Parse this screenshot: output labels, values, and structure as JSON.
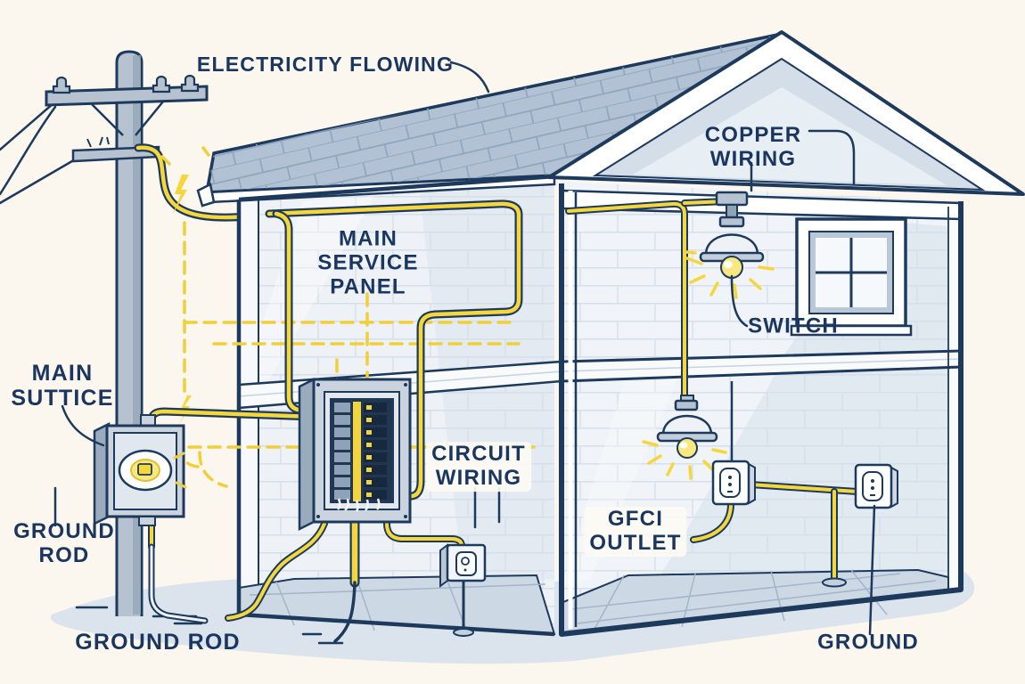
{
  "diagram_type": "residential-electrical-system-cutaway",
  "labels": {
    "electricity_flowing": [
      "ELECTRICITY FLOWING"
    ],
    "copper_wiring": [
      "COPPER",
      "WIRING"
    ],
    "main_service_panel": [
      "MAIN",
      "SERVICE",
      "PANEL"
    ],
    "main_suttice": [
      "MAIN",
      "SUTTICE"
    ],
    "ground_rod_upper": [
      "GROUND",
      "ROD"
    ],
    "circuit_wiring": [
      "CIRCUIT",
      "WIRING"
    ],
    "gfci_outlet": [
      "GFCI",
      "OUTLET"
    ],
    "switch": [
      "SWITCH"
    ],
    "ground_rod_lower": [
      "GROUND ROD"
    ],
    "ground": [
      "GROUND"
    ]
  },
  "colors": {
    "background": "#fbf7ee",
    "outline_navy": "#1d3a5c",
    "label_text": "#1a365e",
    "wire_yellow": "#f5d73b",
    "wire_yellow_deep": "#f0cf3a",
    "roof_shingle": "#b2c2d4",
    "gable_fill": "#d3dee9",
    "wall_light": "#eef2f7",
    "shadow_blue": "#d7e1eb",
    "floor_tile": "#ccd8e4",
    "metal_gray": "#cbd4de",
    "panel_interior": "#233650",
    "glow_yellow": "#f8e87f"
  }
}
